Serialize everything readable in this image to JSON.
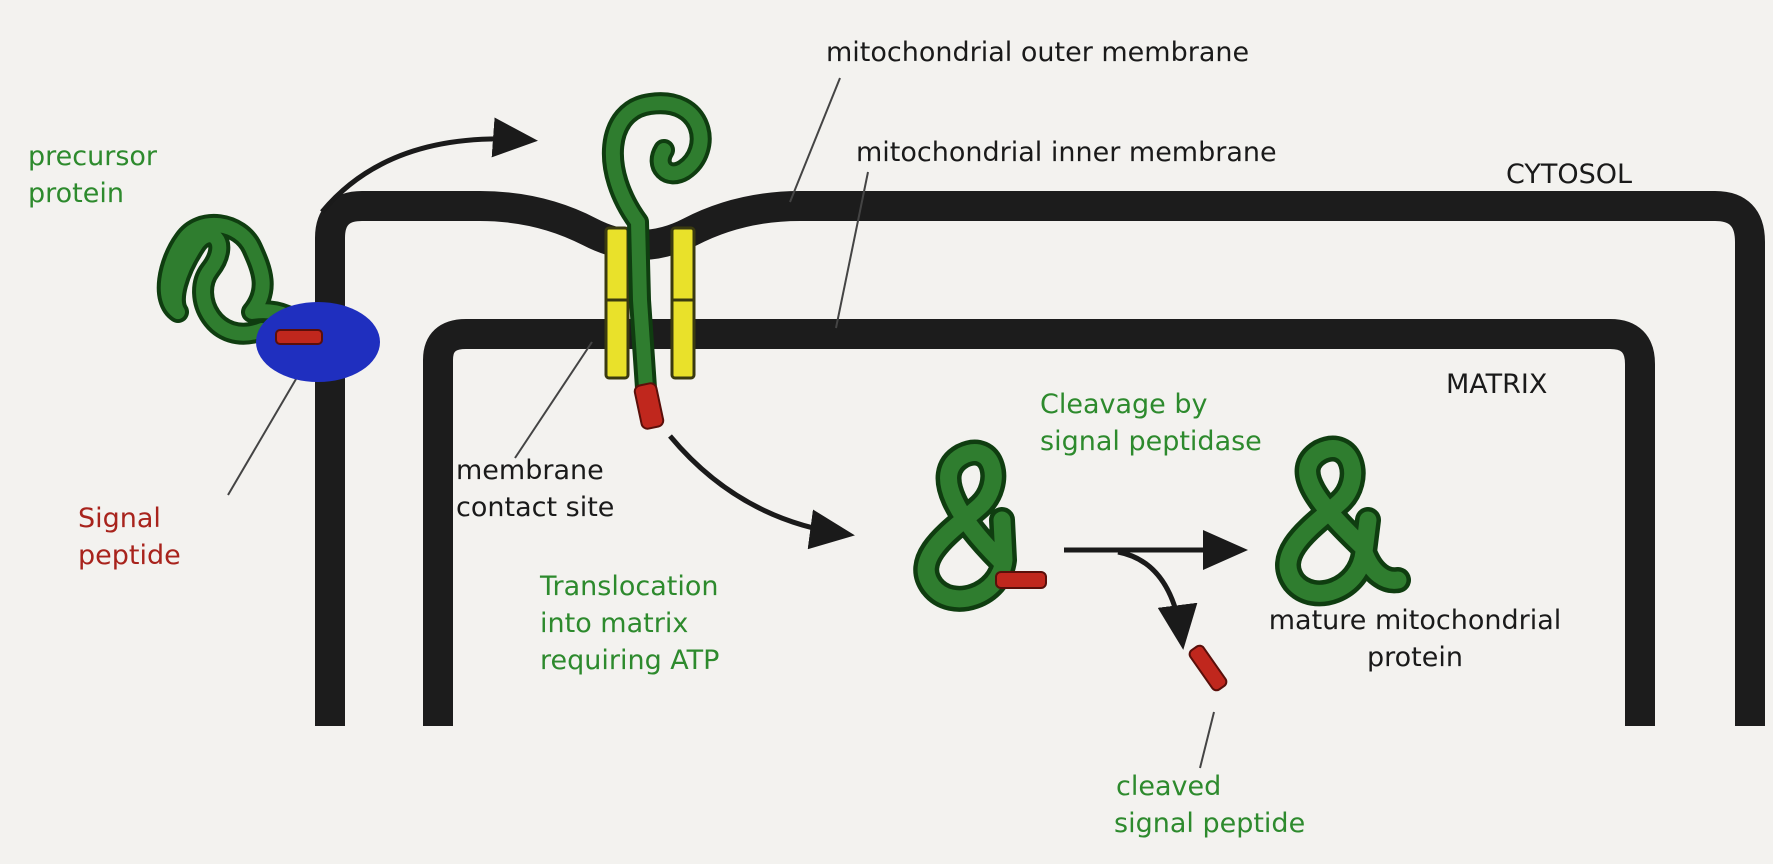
{
  "colors": {
    "membrane": "#1c1c1c",
    "protein": "#2f7d2f",
    "protein_dark": "#0f3d10",
    "signal_peptide": "#c0271d",
    "receptor": "#1f2fbf",
    "channel": "#e9e12a",
    "green_text": "#2d8a2d",
    "red_text": "#a8231c",
    "black_text": "#1a1a1a"
  },
  "icons": [
    "precursor-protein-coil",
    "receptor-blob",
    "translocase-channel",
    "folded-protein-ampersand",
    "arrow-right"
  ],
  "labels": {
    "outer_membrane": "mitochondrial outer membrane",
    "inner_membrane": "mitochondrial inner membrane",
    "cytosol": "CYTOSOL",
    "matrix": "MATRIX",
    "precursor_protein": [
      "precursor",
      "protein"
    ],
    "signal_peptide": [
      "Signal",
      "peptide"
    ],
    "contact_site": [
      "membrane",
      "contact site"
    ],
    "translocation": [
      "Translocation",
      "into matrix",
      "requiring ATP"
    ],
    "cleavage": [
      "Cleavage by",
      "signal peptidase"
    ],
    "mature_protein": [
      "mature mitochondrial",
      "protein"
    ],
    "cleaved_peptide": [
      "cleaved",
      "signal peptide"
    ]
  }
}
